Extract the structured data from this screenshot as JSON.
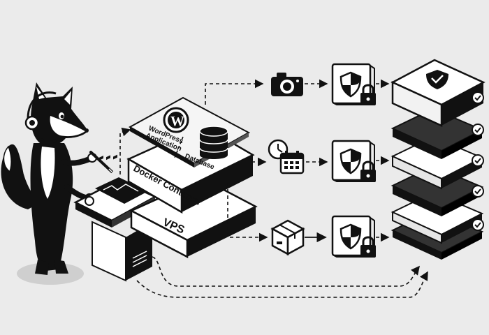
{
  "stack": {
    "wordpress_label": "WordPress\nApplication",
    "database_label": "Database",
    "docker_label": "Docker Container",
    "vps_label": "VPS"
  },
  "icons": {
    "camera": "camera-icon",
    "clock": "clock-icon",
    "calendar": "calendar-icon",
    "box": "package-icon",
    "shield": "shield-icon",
    "lock": "padlock-icon",
    "check": "check-icon"
  },
  "colors": {
    "background": "#ebebeb",
    "ink": "#111111",
    "paper": "#ffffff",
    "mid_gray": "#cfcfcf"
  }
}
